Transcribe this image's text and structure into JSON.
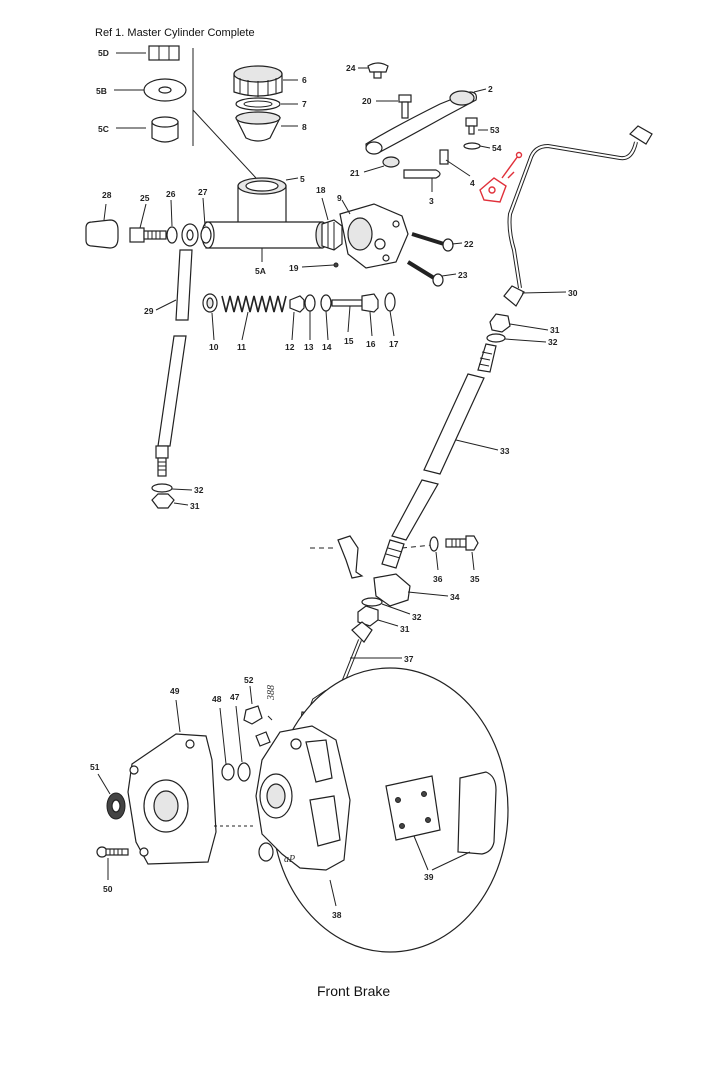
{
  "title": "Ref 1. Master Cylinder Complete",
  "caption": "Front Brake",
  "annotation": "388",
  "colors": {
    "highlight": "#e0303a",
    "ink": "#222222"
  },
  "labels": {
    "l5D": "5D",
    "l5B": "5B",
    "l5C": "5C",
    "l5A": "5A",
    "l2": "2",
    "l3": "3",
    "l4": "4",
    "l5": "5",
    "l6": "6",
    "l7": "7",
    "l8": "8",
    "l9": "9",
    "l10": "10",
    "l11": "11",
    "l12": "12",
    "l13": "13",
    "l14": "14",
    "l15": "15",
    "l16": "16",
    "l17": "17",
    "l18": "18",
    "l19": "19",
    "l20": "20",
    "l21": "21",
    "l22": "22",
    "l23": "23",
    "l24": "24",
    "l25": "25",
    "l26": "26",
    "l27": "27",
    "l28": "28",
    "l29": "29",
    "l30": "30",
    "l31a": "31",
    "l31b": "31",
    "l31c": "31",
    "l32a": "32",
    "l32b": "32",
    "l32c": "32",
    "l33": "33",
    "l34": "34",
    "l35": "35",
    "l36": "36",
    "l37": "37",
    "l38": "38",
    "l39": "39",
    "l47": "47",
    "l48": "48",
    "l49": "49",
    "l50": "50",
    "l51": "51",
    "l52": "52",
    "l53": "53",
    "l54": "54"
  }
}
